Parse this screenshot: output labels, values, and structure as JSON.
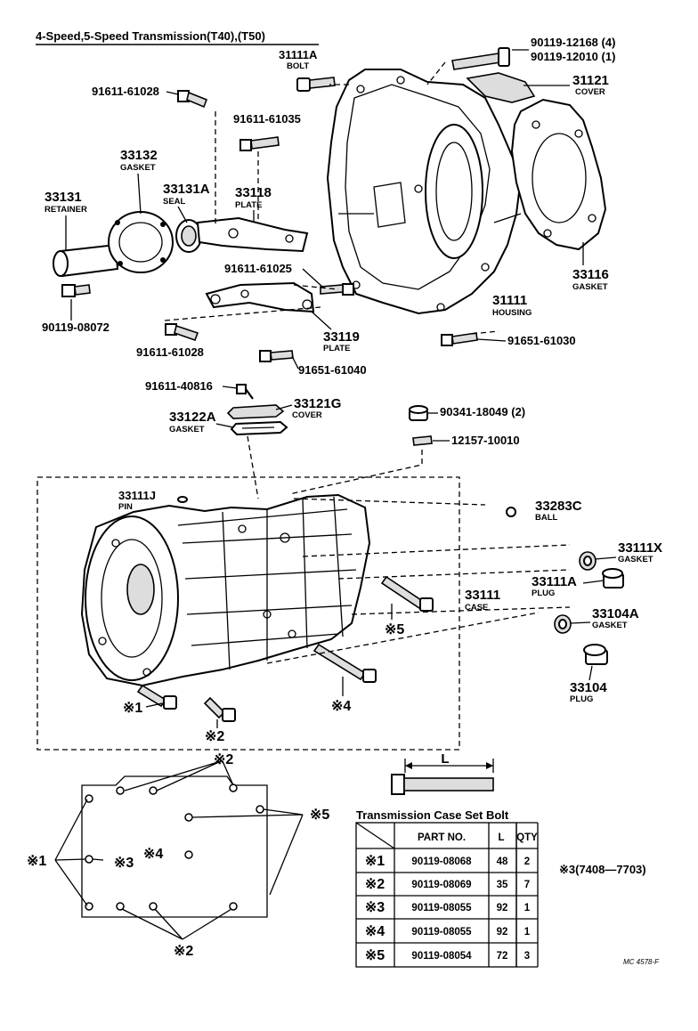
{
  "title": "4-Speed,5-Speed Transmission(T40),(T50)",
  "parts": {
    "p31111A": {
      "no": "31111A",
      "name": "BOLT"
    },
    "p90119_12168": {
      "no": "90119-12168 (4)"
    },
    "p90119_12010": {
      "no": "90119-12010 (1)"
    },
    "p31121": {
      "no": "31121",
      "name": "COVER"
    },
    "p91611_61028_top": {
      "no": "91611-61028"
    },
    "p91611_61035": {
      "no": "91611-61035"
    },
    "p33132": {
      "no": "33132",
      "name": "GASKET"
    },
    "p33131A": {
      "no": "33131A",
      "name": "SEAL"
    },
    "p33118": {
      "no": "33118",
      "name": "PLATE"
    },
    "p33131": {
      "no": "33131",
      "name": "RETAINER"
    },
    "p33116": {
      "no": "33116",
      "name": "GASKET"
    },
    "p91611_61025": {
      "no": "91611-61025"
    },
    "p31111": {
      "no": "31111",
      "name": "HOUSING"
    },
    "p90119_08072": {
      "no": "90119-08072"
    },
    "p33119": {
      "no": "33119",
      "name": "PLATE"
    },
    "p91651_61030": {
      "no": "91651-61030"
    },
    "p91611_61028_bot": {
      "no": "91611-61028"
    },
    "p91651_61040": {
      "no": "91651-61040"
    },
    "p91611_40816": {
      "no": "91611-40816"
    },
    "p33121G": {
      "no": "33121G",
      "name": "COVER"
    },
    "p33122A": {
      "no": "33122A",
      "name": "GASKET"
    },
    "p90341_18049": {
      "no": "90341-18049 (2)"
    },
    "p12157_10010": {
      "no": "12157-10010"
    },
    "p33111J": {
      "no": "33111J",
      "name": "PIN"
    },
    "p33283C": {
      "no": "33283C",
      "name": "BALL"
    },
    "p33111X": {
      "no": "33111X",
      "name": "GASKET"
    },
    "p33111A": {
      "no": "33111A",
      "name": "PLUG"
    },
    "p33111": {
      "no": "33111",
      "name": "CASE"
    },
    "p33104A": {
      "no": "33104A",
      "name": "GASKET"
    },
    "p33104": {
      "no": "33104",
      "name": "PLUG"
    }
  },
  "callouts": {
    "m1": "※1",
    "m2": "※2",
    "m3": "※3",
    "m4": "※4",
    "m5": "※5"
  },
  "bolt_dim_label": "L",
  "note_m3": "※3(7408—7703)",
  "table": {
    "title": "Transmission Case Set Bolt",
    "headers": [
      "",
      "PART NO.",
      "L",
      "QTY"
    ],
    "rows": [
      {
        "mark": "※1",
        "part": "90119-08068",
        "l": "48",
        "qty": "2"
      },
      {
        "mark": "※2",
        "part": "90119-08069",
        "l": "35",
        "qty": "7"
      },
      {
        "mark": "※3",
        "part": "90119-08055",
        "l": "92",
        "qty": "1"
      },
      {
        "mark": "※4",
        "part": "90119-08055",
        "l": "92",
        "qty": "1"
      },
      {
        "mark": "※5",
        "part": "90119-08054",
        "l": "72",
        "qty": "3"
      }
    ]
  },
  "footer_code": "MC 4578-F"
}
